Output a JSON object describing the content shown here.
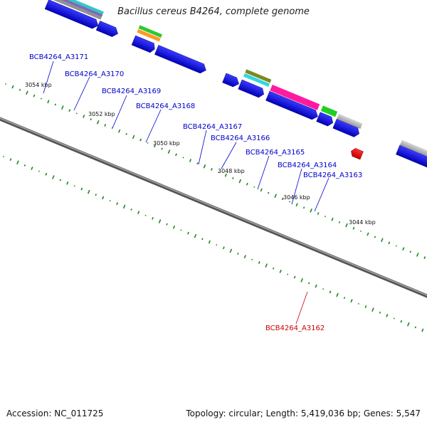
{
  "title": "Bacillus cereus B4264, complete genome",
  "footer": {
    "accession": "Accession: NC_011725",
    "topology": "Topology: circular; Length: 5,419,036 bp; Genes: 5,547"
  },
  "colors": {
    "forward_gene": "#0000ee",
    "reverse_gene": "#ee0000",
    "backbone": "#707070",
    "gc_ticks": "#1a8a1a",
    "label_blue": "#0000cc",
    "label_red": "#cc0000"
  },
  "scale_labels": [
    "3054 kbp",
    "3052 kbp",
    "3050 kbp",
    "3048 kbp",
    "3046 kbp",
    "3044 kbp"
  ],
  "gene_labels": [
    {
      "id": "a3171",
      "text": "BCB4264_A3171",
      "color": "blue"
    },
    {
      "id": "a3170",
      "text": "BCB4264_A3170",
      "color": "blue"
    },
    {
      "id": "a3169",
      "text": "BCB4264_A3169",
      "color": "blue"
    },
    {
      "id": "a3168",
      "text": "BCB4264_A3168",
      "color": "blue"
    },
    {
      "id": "a3167",
      "text": "BCB4264_A3167",
      "color": "blue"
    },
    {
      "id": "a3166",
      "text": "BCB4264_A3166",
      "color": "blue"
    },
    {
      "id": "a3165",
      "text": "BCB4264_A3165",
      "color": "blue"
    },
    {
      "id": "a3164",
      "text": "BCB4264_A3164",
      "color": "blue"
    },
    {
      "id": "a3163",
      "text": "BCB4264_A3163",
      "color": "blue"
    },
    {
      "id": "a3162",
      "text": "BCB4264_A3162",
      "color": "red"
    }
  ]
}
